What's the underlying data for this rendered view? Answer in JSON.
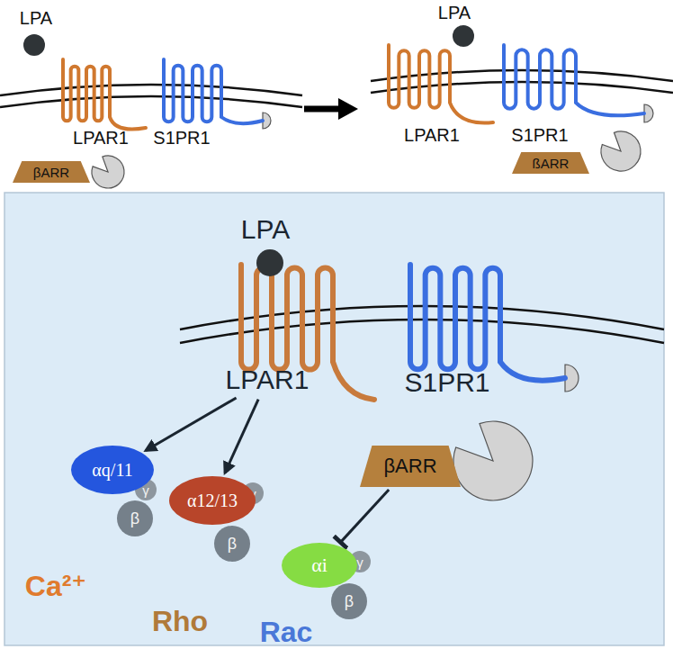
{
  "diagram": {
    "nodes": [
      {
        "text": [
          "βARR"
        ]
      },
      {
        "text": [
          "ßARR"
        ]
      },
      {
        "text": [
          "LPAR1"
        ]
      },
      {
        "text": [
          "S1PR1"
        ]
      },
      {
        "text": [
          "βARR"
        ]
      },
      {
        "text": [
          "αq/11"
        ]
      },
      {
        "text": [
          "γ"
        ]
      },
      {
        "text": [
          "β"
        ]
      },
      {
        "text": [
          "α12/13"
        ]
      },
      {
        "text": [
          "γ"
        ]
      },
      {
        "text": [
          "β"
        ]
      },
      {
        "text": [
          "αi"
        ]
      },
      {
        "text": [
          "γ"
        ]
      },
      {
        "text": [
          "β"
        ]
      }
    ],
    "edges": [
      {
        "from": 2,
        "to": 5,
        "arrow": "to"
      },
      {
        "from": 2,
        "to": 8,
        "arrow": "to"
      },
      {
        "from": 4,
        "to": 11,
        "arrow": "to"
      }
    ],
    "labels": [
      "LPA",
      "LPAR1",
      "S1PR1",
      "LPA",
      "LPAR1",
      "S1PR1",
      "LPA",
      "Ca²⁺",
      "Rho",
      "Rac"
    ]
  }
}
